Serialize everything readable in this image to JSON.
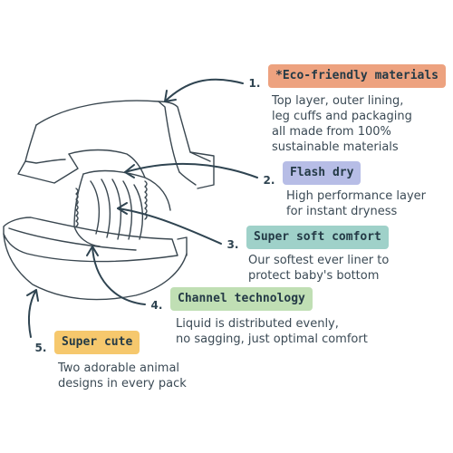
{
  "features": [
    {
      "number": "1.",
      "title": "*Eco-friendly materials",
      "color": "#eda27f",
      "description": [
        "Top layer, outer lining,",
        "leg cuffs and packaging",
        "all made from 100%",
        "sustainable materials"
      ]
    },
    {
      "number": "2.",
      "title": "Flash dry",
      "color": "#b7bde6",
      "description": [
        "High performance layer",
        "for instant dryness"
      ]
    },
    {
      "number": "3.",
      "title": "Super soft comfort",
      "color": "#9fd1c9",
      "description": [
        "Our softest ever liner to",
        "protect baby's bottom"
      ]
    },
    {
      "number": "4.",
      "title": "Channel technology",
      "color": "#c0dfb4",
      "description": [
        "Liquid is distributed evenly,",
        "no sagging, just optimal comfort"
      ]
    },
    {
      "number": "5.",
      "title": "Super cute",
      "color": "#f6c86d",
      "description": [
        "Two adorable animal",
        "designs in every pack"
      ]
    }
  ],
  "colors": {
    "line": "#2f4451",
    "diaper_outline": "#3a4750"
  }
}
